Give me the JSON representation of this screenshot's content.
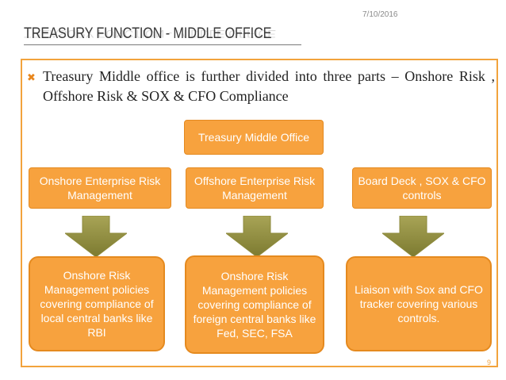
{
  "slide": {
    "date": "7/10/2016",
    "title": "TREASURY FUNCTION - MIDDLE OFFICE",
    "page_number": "9",
    "bullet": "Treasury Middle office is further divided into three parts – Onshore Risk , Offshore Risk & SOX & CFO Compliance"
  },
  "diagram": {
    "root": "Treasury Middle Office",
    "branches": [
      {
        "heading": "Onshore Enterprise Risk Management",
        "detail": "Onshore Risk Management policies covering compliance of local central banks like RBI"
      },
      {
        "heading": "Offshore Enterprise Risk Management",
        "detail": "Onshore Risk Management policies covering compliance of foreign central banks like Fed, SEC, FSA"
      },
      {
        "heading": "Board Deck , SOX & CFO controls",
        "detail": "Liaison with Sox and CFO tracker covering various controls."
      }
    ]
  },
  "colors": {
    "accent": "#f7a23e",
    "border": "#f2a33c",
    "arrow": "#8d8a3c"
  }
}
